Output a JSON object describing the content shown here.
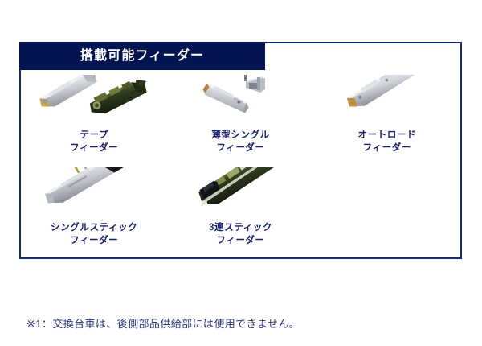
{
  "panel": {
    "title": "搭載可能フィーダー",
    "title_bg_color": "#041451",
    "border_color": "#1b2a6b",
    "label_color": "#17226e"
  },
  "feeders": [
    {
      "id": "tape-feeder",
      "icon": "tape-feeder-photo",
      "label_line1": "テープ",
      "label_line2": "フィーダー"
    },
    {
      "id": "thin-single-feeder",
      "icon": "thin-single-feeder-photo",
      "label_line1": "薄型シングル",
      "label_line2": "フィーダー"
    },
    {
      "id": "auto-load-feeder",
      "icon": "auto-load-feeder-photo",
      "label_line1": "オートロード",
      "label_line2": "フィーダー"
    },
    {
      "id": "single-stick-feeder",
      "icon": "single-stick-feeder-photo",
      "label_line1": "シングルスティック",
      "label_line2": "フィーダー"
    },
    {
      "id": "triple-stick-feeder",
      "icon": "triple-stick-feeder-photo",
      "label_line1": "3連スティック",
      "label_line2": "フィーダー"
    }
  ],
  "footnote": {
    "text": "※1：交換台車は、後側部品供給部には使用できません。",
    "color": "#2b3577"
  }
}
